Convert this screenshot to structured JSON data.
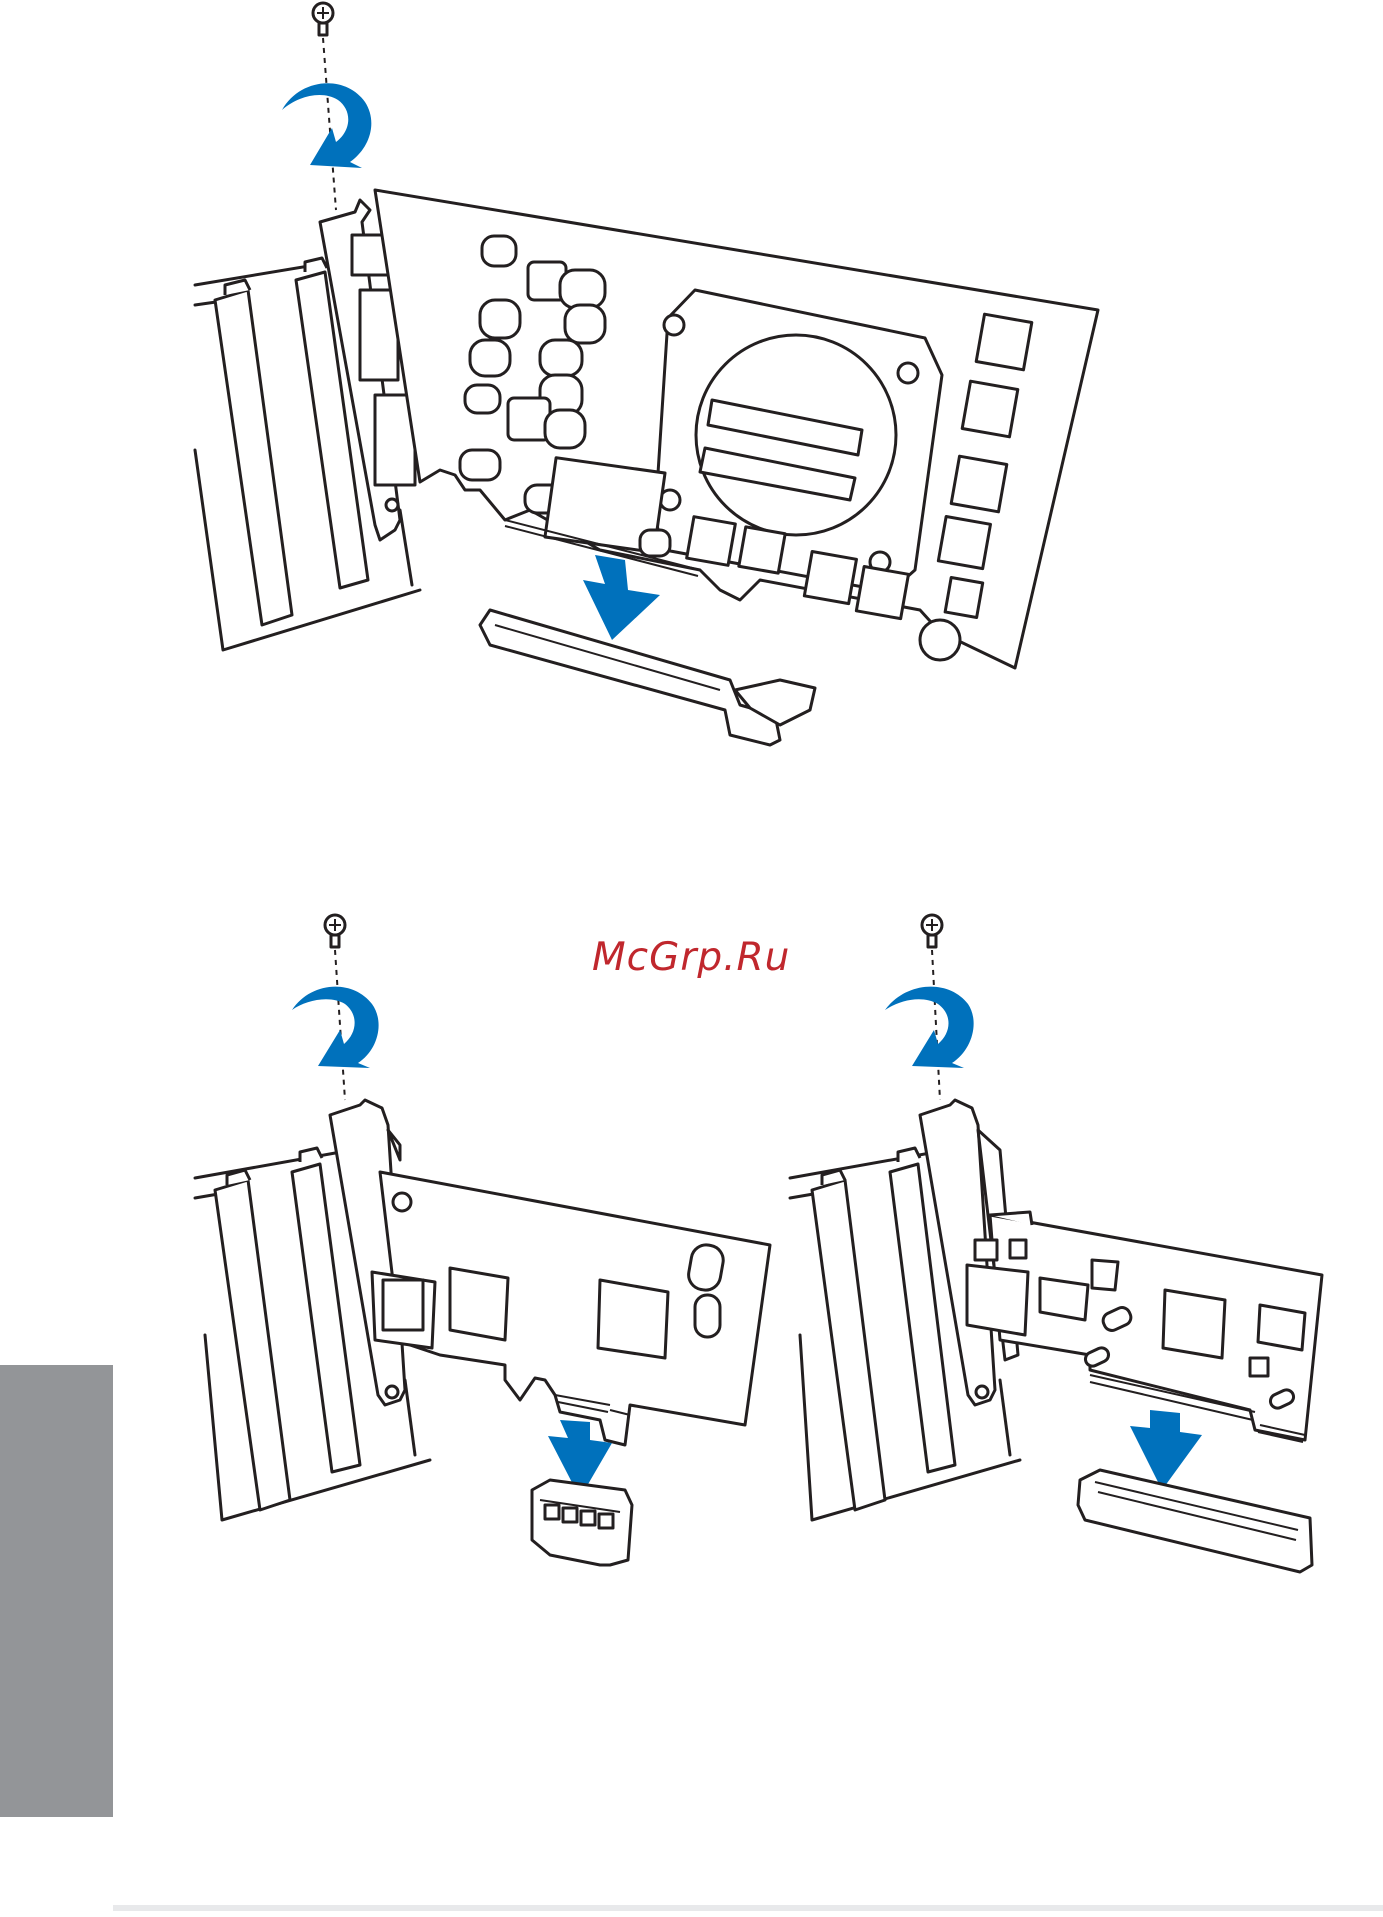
{
  "watermark": {
    "text": "McGrp.Ru",
    "color": "#c0272d"
  },
  "colors": {
    "arrow_blue": "#0071bc",
    "side_tab": "#939598",
    "line": "#231f20"
  },
  "figures": [
    {
      "name": "graphics-card-install-figure",
      "icons": [
        "screw-icon",
        "rotate-arrow-icon",
        "insert-arrow-icon"
      ]
    },
    {
      "name": "pcie-x1-card-install-figure",
      "icons": [
        "screw-icon",
        "rotate-arrow-icon",
        "insert-arrow-icon"
      ]
    },
    {
      "name": "pci-card-install-figure",
      "icons": [
        "screw-icon",
        "rotate-arrow-icon",
        "insert-arrow-icon"
      ]
    }
  ]
}
